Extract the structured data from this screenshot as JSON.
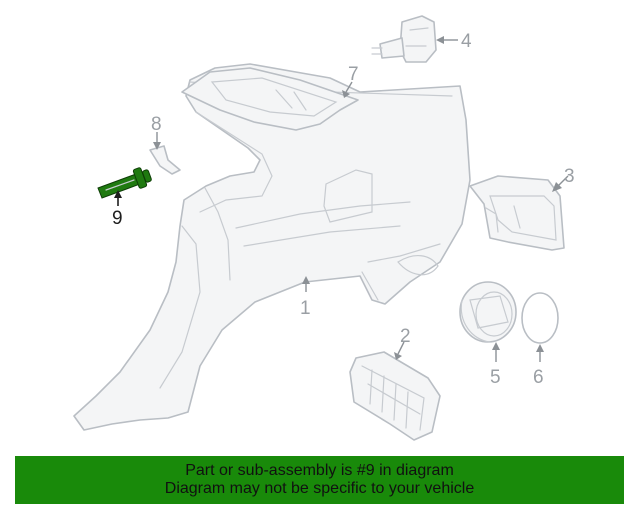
{
  "callouts": {
    "c1": "1",
    "c2": "2",
    "c3": "3",
    "c4": "4",
    "c5": "5",
    "c6": "6",
    "c7": "7",
    "c8": "8",
    "c9": "9"
  },
  "highlight_part": "9",
  "colors": {
    "banner_bg": "#198a0a",
    "highlight_part": "#1f7a10",
    "line_art": "#b9bec4"
  },
  "banner": {
    "line1": "Part or sub-assembly is #9 in diagram",
    "line2": "Diagram may not be specific to your vehicle"
  }
}
